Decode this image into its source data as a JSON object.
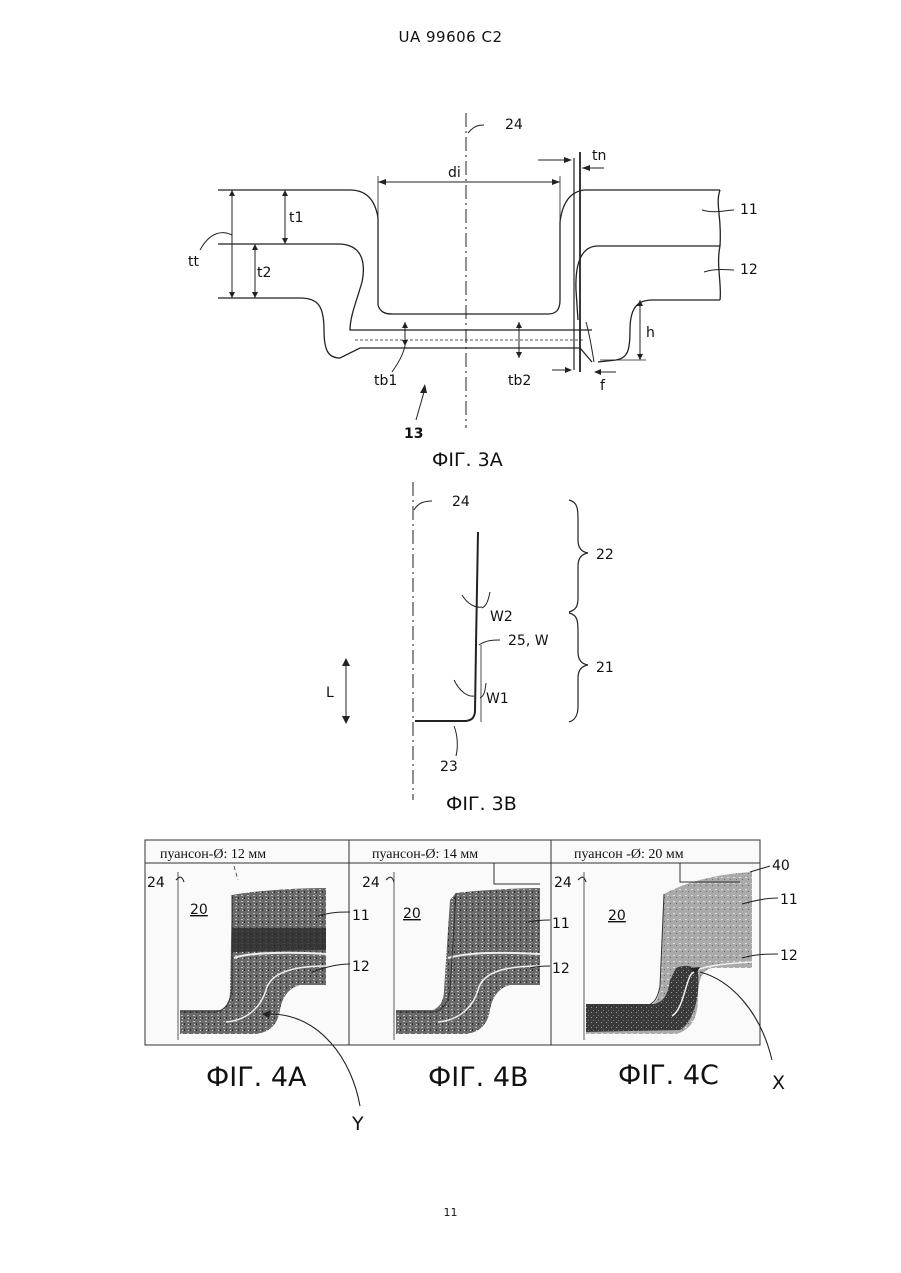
{
  "header": {
    "patent_number": "UA   99606   C2"
  },
  "page_number": "11",
  "fig3a": {
    "caption": "ФІГ. 3А",
    "labels": {
      "axis": "24",
      "di": "di",
      "tn": "tn",
      "l11": "11",
      "l12": "12",
      "t1": "t1",
      "t2": "t2",
      "tt": "tt",
      "h": "h",
      "tb1": "tb1",
      "tb2": "tb2",
      "f": "f",
      "l13": "13"
    }
  },
  "fig3b": {
    "caption": "ФІГ. 3В",
    "labels": {
      "axis": "24",
      "l22": "22",
      "l21": "21",
      "w2": "W2",
      "w": "25, W",
      "w1": "W1",
      "L": "L",
      "l23": "23"
    }
  },
  "fig4": {
    "panels": [
      {
        "punch": "пуансон-Ø: 12 мм",
        "caption": "ФІГ. 4А",
        "axis": "24",
        "l20": "20",
        "l11": "11",
        "l12": "12"
      },
      {
        "punch": "пуансон-Ø: 14 мм",
        "caption": "ФІГ. 4В",
        "axis": "24",
        "l20": "20",
        "l11": "11",
        "l12": "12"
      },
      {
        "punch": "пуансон -Ø: 20 мм",
        "caption": "ФІГ. 4С",
        "axis": "24",
        "l20": "20",
        "l11": "11",
        "l12": "12"
      }
    ],
    "l40": "40",
    "lY": "Y",
    "lX": "X"
  }
}
